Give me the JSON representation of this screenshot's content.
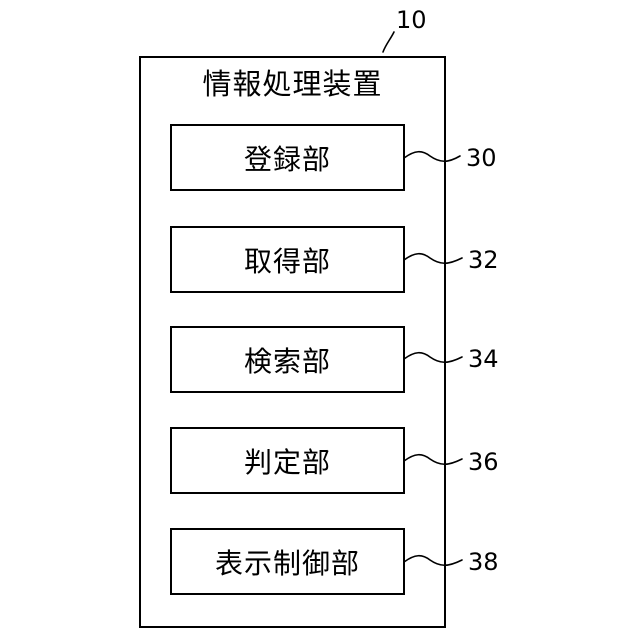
{
  "device": {
    "ref": "10",
    "title": "情報処理装置"
  },
  "units": [
    {
      "label": "登録部",
      "ref": "30"
    },
    {
      "label": "取得部",
      "ref": "32"
    },
    {
      "label": "検索部",
      "ref": "34"
    },
    {
      "label": "判定部",
      "ref": "36"
    },
    {
      "label": "表示制御部",
      "ref": "38"
    }
  ]
}
